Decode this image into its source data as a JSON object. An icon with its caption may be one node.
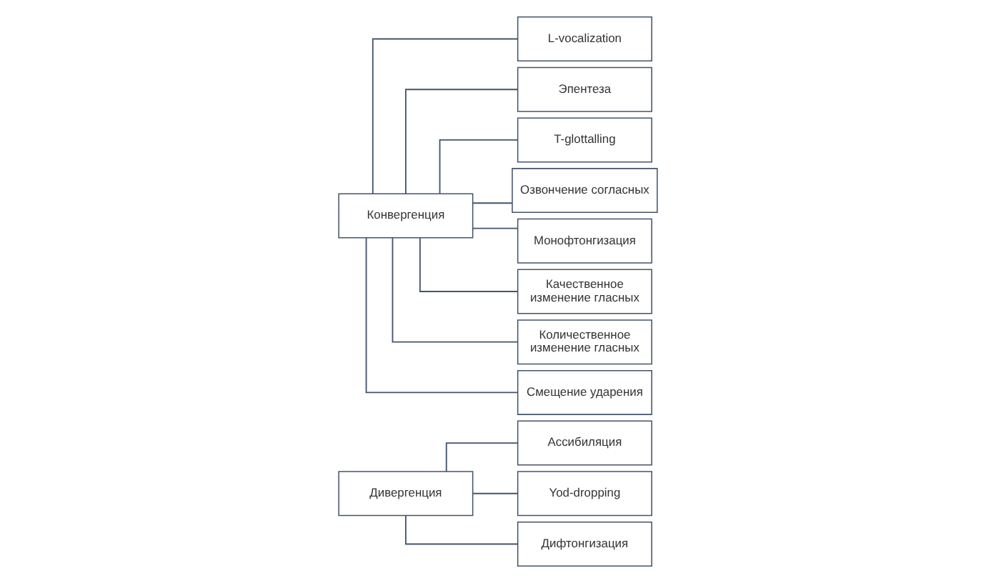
{
  "diagram": {
    "nodes": [
      {
        "text": [
          "Дивергенция"
        ]
      },
      {
        "text": [
          "Ассибиляция"
        ]
      },
      {
        "text": [
          "Yod-dropping"
        ]
      },
      {
        "text": [
          "Дифтонгизация"
        ]
      },
      {
        "text": [
          "Конвергенция"
        ]
      },
      {
        "text": [
          "L-vocalization"
        ]
      },
      {
        "text": [
          "Эпентеза"
        ]
      },
      {
        "text": [
          "T-glottalling"
        ]
      },
      {
        "text": [
          "Озвончение согласных"
        ]
      },
      {
        "text": [
          "Монофтонгизация"
        ]
      },
      {
        "text": [
          "Качественное изменение гласных"
        ]
      },
      {
        "text": [
          "Количественное изменение гласных"
        ]
      },
      {
        "text": [
          "Смещение ударения"
        ]
      }
    ],
    "edges": [
      {
        "from": 0,
        "to": 1,
        "arrow": "none"
      },
      {
        "from": 0,
        "to": 2,
        "arrow": "none"
      },
      {
        "from": 0,
        "to": 3,
        "arrow": "none"
      },
      {
        "from": 4,
        "to": 5,
        "arrow": "none"
      },
      {
        "from": 4,
        "to": 6,
        "arrow": "none"
      },
      {
        "from": 4,
        "to": 7,
        "arrow": "none"
      },
      {
        "from": 4,
        "to": 8,
        "arrow": "none"
      },
      {
        "from": 4,
        "to": 9,
        "arrow": "none"
      },
      {
        "from": 4,
        "to": 10,
        "arrow": "none"
      },
      {
        "from": 4,
        "to": 11,
        "arrow": "none"
      },
      {
        "from": 4,
        "to": 12,
        "arrow": "none"
      }
    ]
  }
}
